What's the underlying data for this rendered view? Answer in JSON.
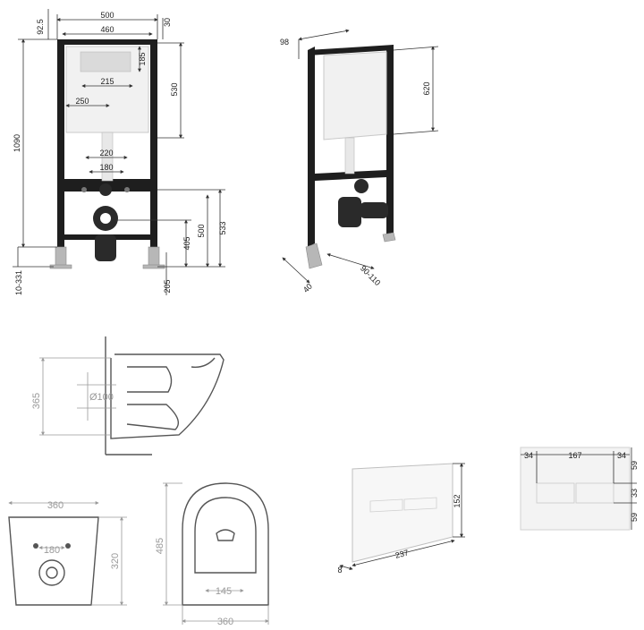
{
  "frame_front": {
    "width_outer": "500",
    "width_inner": "460",
    "top_offset": "92.5",
    "top_right": "30",
    "cistern_top": "185",
    "opening_width": "215",
    "opening_offset": "250",
    "cistern_height": "530",
    "total_height": "1090",
    "pipe_spacing": "220",
    "bolt_spacing": "180",
    "height_500": "500",
    "height_533": "533",
    "height_405": "405",
    "foot_range": "10-331",
    "foot_205": "205"
  },
  "frame_side": {
    "depth_top": "98",
    "cistern_height": "620",
    "foot_depth": "40",
    "foot_range": "90-110"
  },
  "toilet_side": {
    "height": "365",
    "outlet": "Ø100"
  },
  "toilet_back": {
    "width": "360",
    "height": "320",
    "bolt_spacing": "180"
  },
  "toilet_top": {
    "length": "485",
    "width": "360",
    "seat_width": "145"
  },
  "flush_plate_3d": {
    "height": "152",
    "width": "237",
    "depth": "8"
  },
  "flush_plate_front": {
    "left_margin": "34",
    "button_width": "167",
    "right_margin": "34",
    "top_margin": "59",
    "button_height": "33",
    "bottom_margin": "59"
  }
}
